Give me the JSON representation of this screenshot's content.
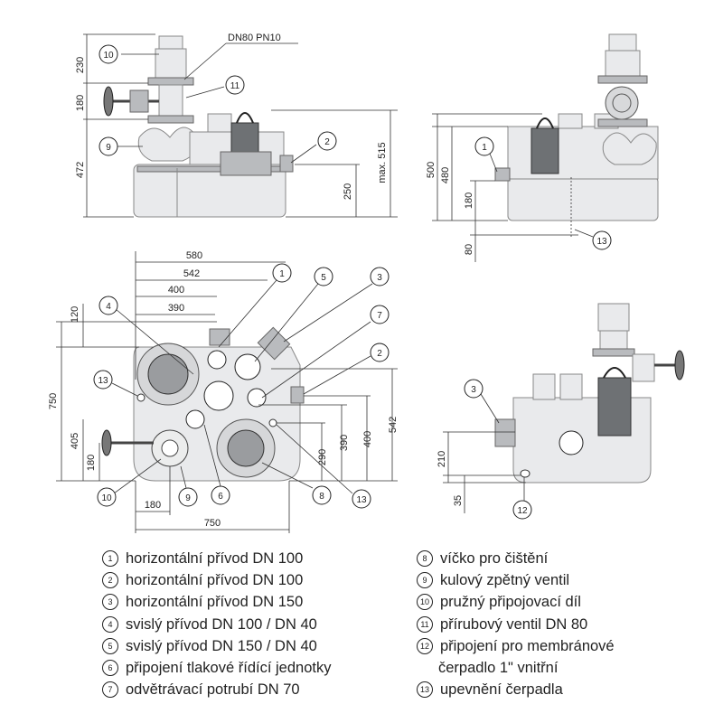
{
  "dims": {
    "top_left": {
      "d230": "230",
      "d180": "180",
      "d472": "472",
      "d250": "250",
      "max515": "max. 515",
      "dn80": "DN80 PN10"
    },
    "top_right": {
      "d500": "500",
      "d480": "480",
      "d180": "180",
      "d80": "80"
    },
    "plan": {
      "d580": "580",
      "d542": "542",
      "d400": "400",
      "d390": "390",
      "d120": "120",
      "d750v": "750",
      "d405": "405",
      "d180": "180",
      "d290": "290",
      "d390v": "390",
      "d400v": "400",
      "d542v": "542",
      "d180h": "180",
      "d750h": "750"
    },
    "side": {
      "d210": "210",
      "d35": "35"
    }
  },
  "callouts": {
    "c1": "1",
    "c2": "2",
    "c3": "3",
    "c4": "4",
    "c5": "5",
    "c6": "6",
    "c7": "7",
    "c8": "8",
    "c9": "9",
    "c10": "10",
    "c11": "11",
    "c12": "12",
    "c13": "13"
  },
  "legend": {
    "left": [
      {
        "num": "1",
        "text": "horizontální přívod DN 100"
      },
      {
        "num": "2",
        "text": "horizontální přívod DN 100"
      },
      {
        "num": "3",
        "text": "horizontální přívod DN 150"
      },
      {
        "num": "4",
        "text": "svislý přívod DN 100 / DN 40"
      },
      {
        "num": "5",
        "text": "svislý přívod DN 150 / DN 40"
      },
      {
        "num": "6",
        "text": "připojení tlakové řídící jednotky"
      },
      {
        "num": "7",
        "text": "odvětrávací potrubí DN 70"
      }
    ],
    "right": [
      {
        "num": "8",
        "text": "víčko pro čištění"
      },
      {
        "num": "9",
        "text": "kulový zpětný ventil"
      },
      {
        "num": "10",
        "text": "pružný připojovací díl"
      },
      {
        "num": "11",
        "text": "přírubový ventil DN 80"
      },
      {
        "num": "12",
        "text": "připojení pro membránové"
      },
      {
        "num": "",
        "text": "čerpadlo 1\" vnitřní"
      },
      {
        "num": "13",
        "text": "upevnění čerpadla"
      }
    ]
  }
}
